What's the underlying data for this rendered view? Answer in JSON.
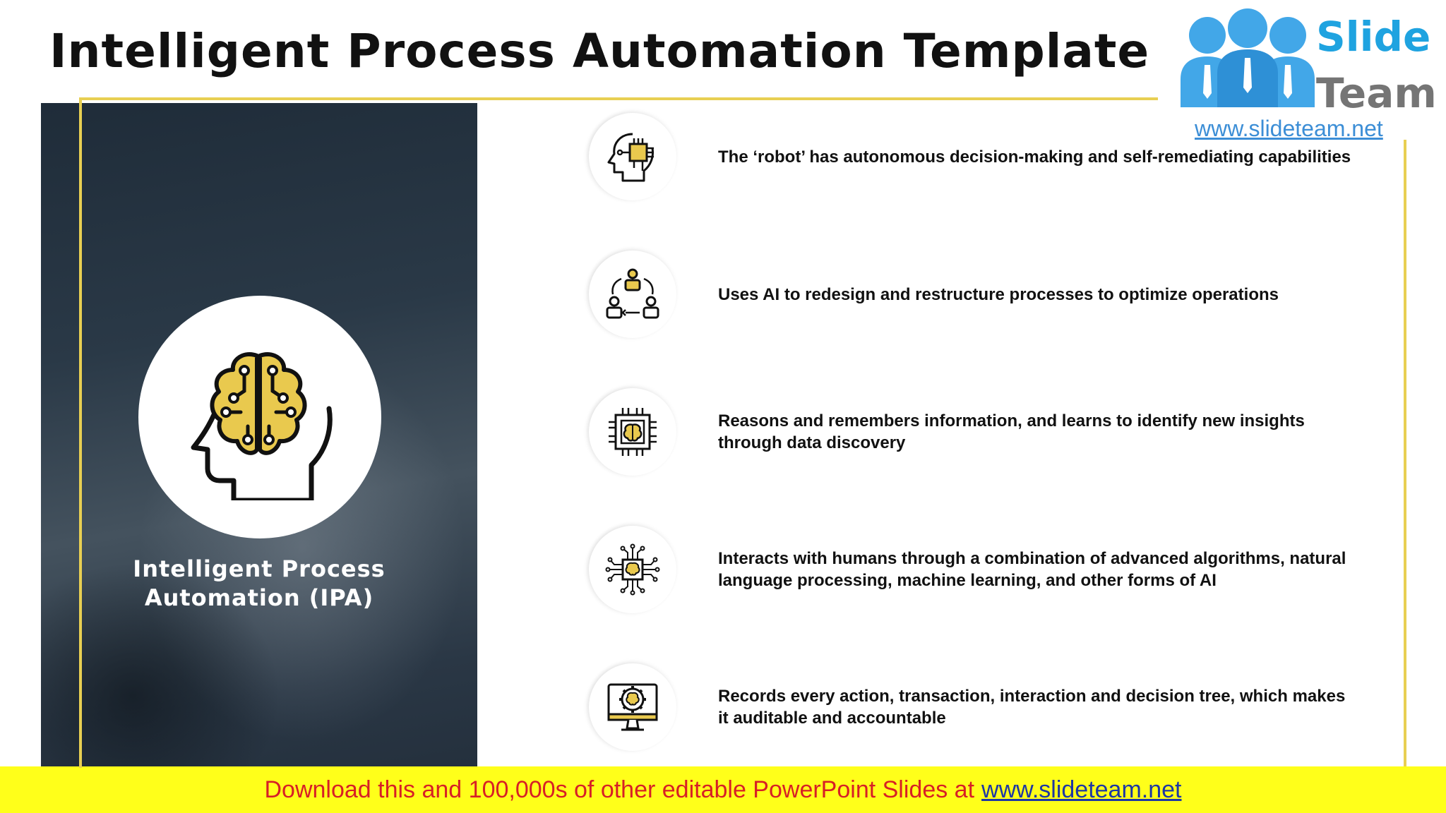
{
  "title": "Intelligent Process Automation Template",
  "left_panel": {
    "label_line1": "Intelligent Process",
    "label_line2": "Automation (IPA)",
    "icon": "brain-head-icon"
  },
  "features": [
    {
      "icon": "head-chip-icon",
      "text": "The ‘robot’ has autonomous decision-making and self-remediating capabilities"
    },
    {
      "icon": "people-cycle-icon",
      "text": "Uses AI to redesign and restructure processes to optimize operations"
    },
    {
      "icon": "brain-chip-icon",
      "text": "Reasons and remembers information, and learns to identify new insights through data discovery"
    },
    {
      "icon": "brain-circuit-icon",
      "text": "Interacts with humans through a combination of advanced algorithms, natural language processing, machine learning, and other forms of AI"
    },
    {
      "icon": "gear-monitor-brain-icon",
      "text": "Records every action, transaction, interaction and decision tree, which makes it auditable and accountable"
    }
  ],
  "logo": {
    "word1": "Slide",
    "word2": "Team",
    "url": "www.slideteam.net"
  },
  "banner": {
    "text": "Download this and 100,000s of other editable PowerPoint Slides at",
    "link": "www.slideteam.net"
  },
  "colors": {
    "accent_gold": "#e8cf52",
    "icon_fill": "#e9c94e",
    "panel_dark": "#24303d",
    "banner_bg": "#ffff1a",
    "banner_text": "#d71f26",
    "banner_link": "#1d37a5",
    "logo_blue": "#1fa3e0",
    "logo_gray": "#757575"
  }
}
